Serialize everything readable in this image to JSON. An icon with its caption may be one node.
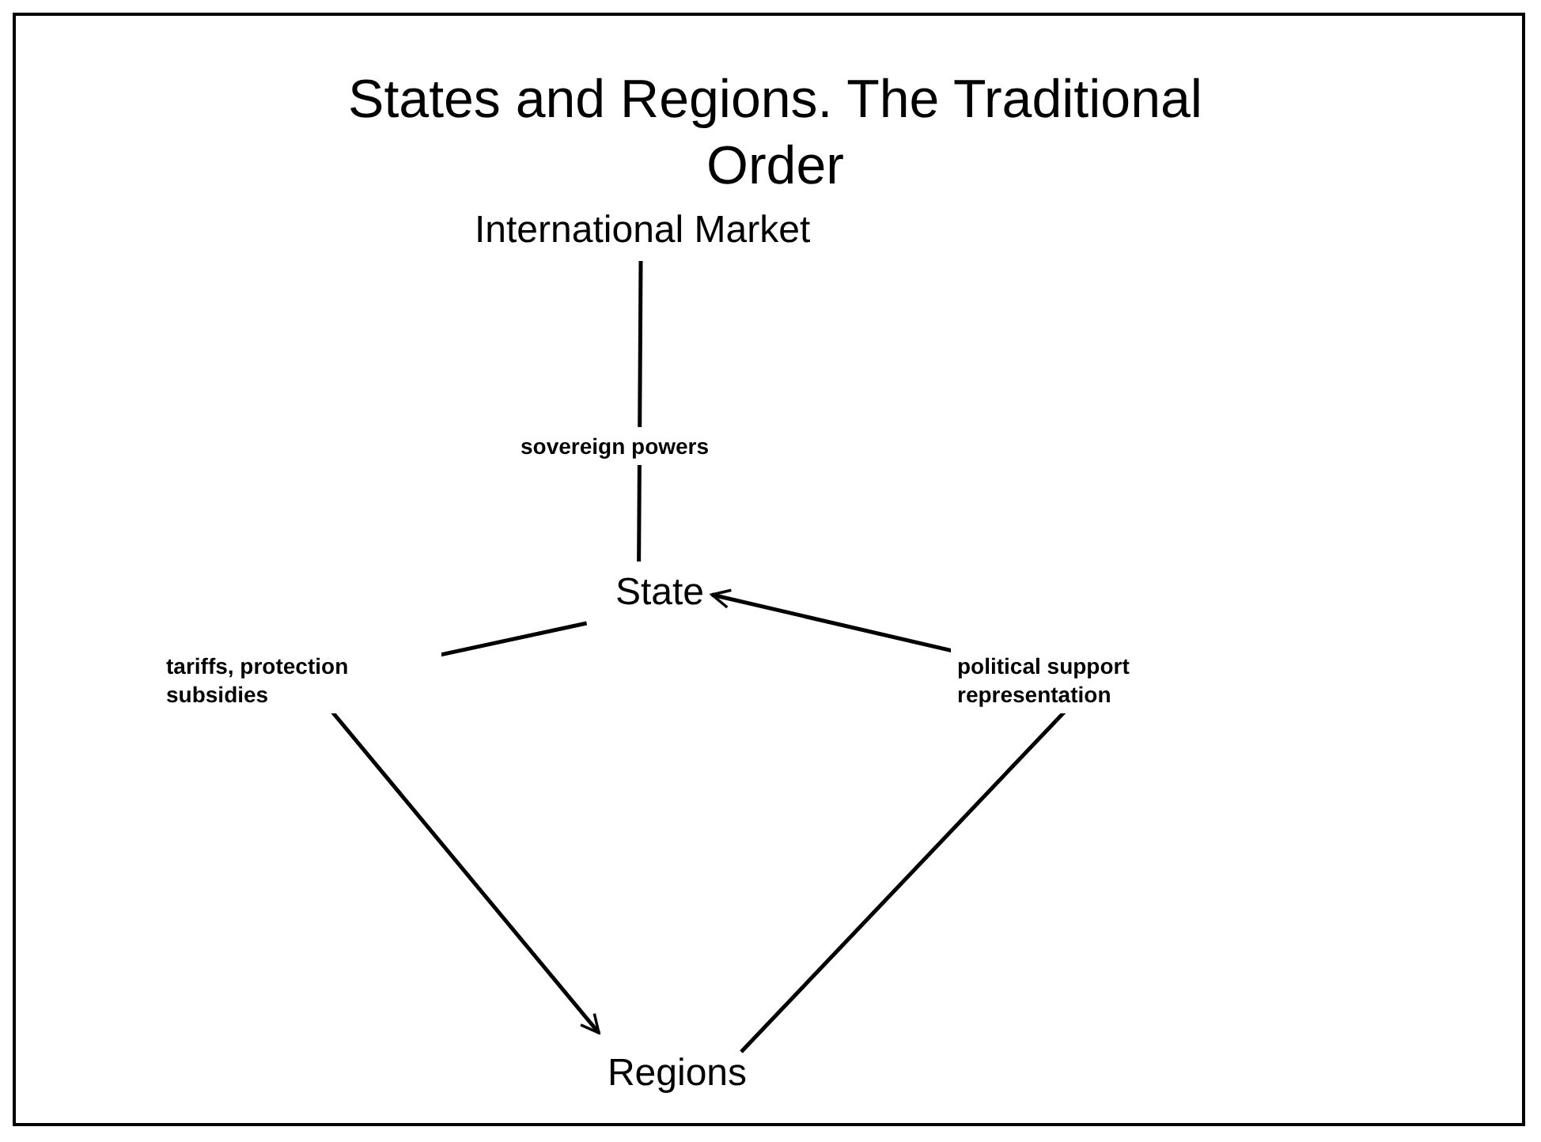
{
  "diagram": {
    "title": "States and Regions. The Traditional Order",
    "nodes": [
      {
        "text": [
          "International Market"
        ]
      },
      {
        "text": [
          "State"
        ]
      },
      {
        "text": [
          "Regions"
        ]
      }
    ],
    "edges": [
      {
        "from": 0,
        "to": 1,
        "arrow": "none",
        "label": "sovereign powers"
      },
      {
        "from": 1,
        "to": 2,
        "arrow": "to",
        "label": "tariffs, protection subsidies"
      },
      {
        "from": 2,
        "to": 1,
        "arrow": "to",
        "label": "political support representation"
      }
    ]
  }
}
